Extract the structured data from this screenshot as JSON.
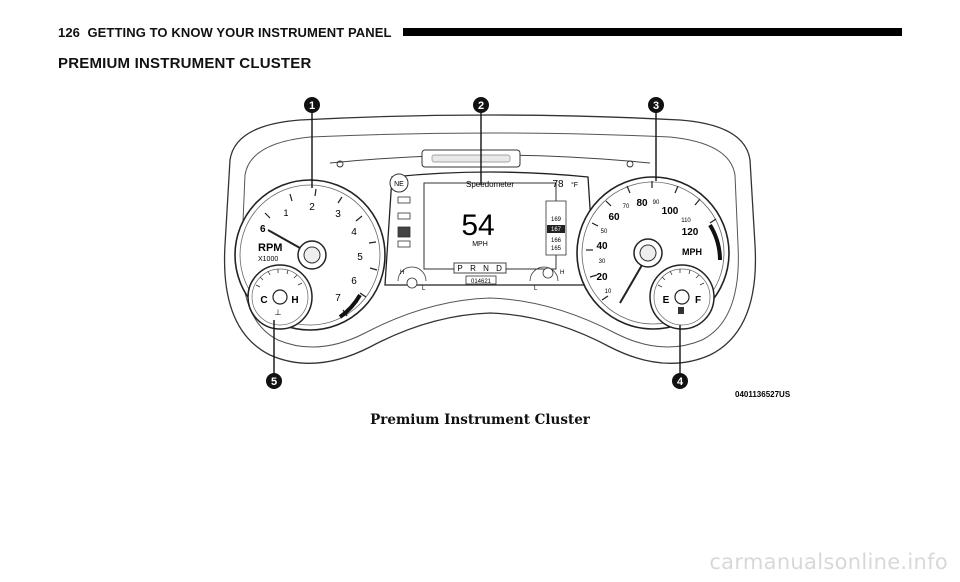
{
  "header": {
    "page_number": "126",
    "title": "GETTING TO KNOW YOUR INSTRUMENT PANEL"
  },
  "section_title": "PREMIUM INSTRUMENT CLUSTER",
  "figure": {
    "callouts": [
      "1",
      "2",
      "3",
      "4",
      "5"
    ],
    "tachometer": {
      "numbers": [
        "1",
        "2",
        "3",
        "4",
        "5",
        "6",
        "7"
      ],
      "unit": "RPM",
      "multiplier": "X1000"
    },
    "speedometer": {
      "numbers": [
        "10",
        "20",
        "30",
        "40",
        "50",
        "60",
        "70",
        "80",
        "90",
        "100",
        "110",
        "120"
      ],
      "unit": "MPH"
    },
    "temp_gauge": {
      "cold": "C",
      "hot": "H"
    },
    "fuel_gauge": {
      "empty": "E",
      "full": "F"
    },
    "display": {
      "title": "Speedometer",
      "speed": "54",
      "speed_unit": "MPH",
      "compass": "NE",
      "outside_temp": "78",
      "gears": [
        "P",
        "R",
        "N",
        "D"
      ],
      "odometer": "014621",
      "range_values": [
        "169",
        "167",
        "166",
        "165"
      ]
    },
    "image_code": "0401136527US"
  },
  "caption": "Premium Instrument Cluster",
  "watermark": "carmanualsonline.info"
}
